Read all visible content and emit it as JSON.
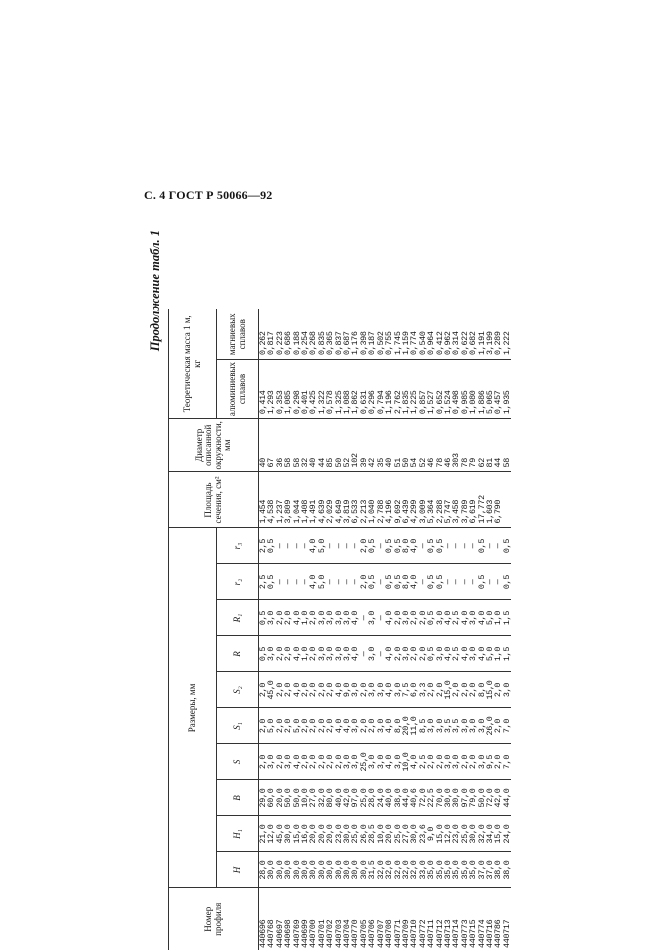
{
  "page_header": "С. 4 ГОСТ Р 50066—92",
  "caption": "Продолжение табл. 1",
  "headers": {
    "profile_number": "Номер профиля",
    "sizes": "Размеры, мм",
    "area": "Площадь сечения, см²",
    "diameter": "Диаметр описанной окружности, мм",
    "theoretical_mass": "Теоретическая масса 1 м, кг",
    "aluminium": "алюминиевых сплавов",
    "magnesium": "магниевых сплавов",
    "dims": [
      "H",
      "H₁",
      "B",
      "S",
      "S₁",
      "S₂",
      "R",
      "R₁",
      "r₂",
      "r₃"
    ]
  },
  "rows": [
    [
      "440696",
      "28,0",
      "21,0",
      "29,0",
      "2,0",
      "2,0",
      "2,0",
      "0,5",
      "0,5",
      "2,5",
      "2,5",
      "1,454",
      "40",
      "0,414",
      "0,262"
    ],
    [
      "440768",
      "30,0",
      "12,0",
      "60,0",
      "3,0",
      "5,0",
      "45,0",
      "3,0",
      "3,0",
      "0,5",
      "0,5",
      "4,538",
      "67",
      "1,293",
      "0,817"
    ],
    [
      "440697",
      "30,0",
      "45,0",
      "20,0",
      "2,0",
      "2,0",
      "2,0",
      "2,0",
      "2,0",
      "—",
      "—",
      "1,237",
      "36",
      "0,353",
      "0,223"
    ],
    [
      "440698",
      "30,0",
      "30,0",
      "50,0",
      "3,0",
      "2,0",
      "2,0",
      "2,0",
      "2,0",
      "—",
      "—",
      "3,809",
      "58",
      "1,085",
      "0,686"
    ],
    [
      "440769",
      "30,0",
      "15,0",
      "50,0",
      "4,0",
      "5,0",
      "4,0",
      "4,0",
      "4,0",
      "—",
      "—",
      "1,044",
      "58",
      "0,298",
      "0,188"
    ],
    [
      "440699",
      "30,0",
      "16,0",
      "10,0",
      "2,0",
      "2,0",
      "2,0",
      "1,0",
      "1,0",
      "—",
      "—",
      "1,408",
      "32",
      "0,401",
      "0,254"
    ],
    [
      "440700",
      "30,0",
      "20,0",
      "27,0",
      "2,0",
      "2,0",
      "2,0",
      "2,0",
      "2,0",
      "4,0",
      "4,0",
      "1,491",
      "40",
      "0,425",
      "0,268"
    ],
    [
      "440701",
      "30,0",
      "20,0",
      "32,0",
      "2,0",
      "2,0",
      "2,0",
      "3,0",
      "3,0",
      "5,0",
      "5,0",
      "4,639",
      "44",
      "1,322",
      "0,835"
    ],
    [
      "440702",
      "30,0",
      "20,0",
      "80,0",
      "2,0",
      "2,0",
      "2,0",
      "3,0",
      "3,0",
      "—",
      "—",
      "2,029",
      "85",
      "0,578",
      "0,365"
    ],
    [
      "440703",
      "30,0",
      "23,0",
      "40,0",
      "2,0",
      "4,0",
      "4,0",
      "3,0",
      "3,0",
      "—",
      "—",
      "4,649",
      "50",
      "1,325",
      "0,837"
    ],
    [
      "440704",
      "30,0",
      "30,0",
      "42,0",
      "3,0",
      "4,0",
      "9,0",
      "3,0",
      "3,0",
      "—",
      "—",
      "3,819",
      "52",
      "1,088",
      "0,687"
    ],
    [
      "440770",
      "30,0",
      "25,0",
      "97,0",
      "3,0",
      "3,0",
      "3,0",
      "4,0",
      "4,0",
      "—",
      "—",
      "6,533",
      "102",
      "1,862",
      "1,176"
    ],
    [
      "440705",
      "30,0",
      "26,0",
      "25,0",
      "25,0",
      "2,0",
      "2,0",
      "—",
      "—",
      "2,0",
      "2,0",
      "2,213",
      "39",
      "0,631",
      "0,398"
    ],
    [
      "440706",
      "31,5",
      "28,5",
      "28,0",
      "3,0",
      "2,0",
      "3,0",
      "3,0",
      "3,0",
      "0,5",
      "0,5",
      "1,040",
      "42",
      "0,296",
      "0,187"
    ],
    [
      "440707",
      "32,0",
      "10,0",
      "24,0",
      "3,0",
      "3,0",
      "3,0",
      "—",
      "—",
      "—",
      "—",
      "2,788",
      "35",
      "0,794",
      "0,502"
    ],
    [
      "440708",
      "32,0",
      "20,0",
      "40,0",
      "4,0",
      "4,0",
      "4,0",
      "4,0",
      "4,0",
      "0,5",
      "0,5",
      "4,196",
      "40",
      "1,196",
      "0,755"
    ],
    [
      "440771",
      "32,0",
      "25,0",
      "38,0",
      "3,0",
      "8,0",
      "3,0",
      "2,0",
      "2,0",
      "0,5",
      "0,5",
      "9,692",
      "51",
      "2,762",
      "1,745"
    ],
    [
      "440709",
      "32,0",
      "27,0",
      "44,0",
      "10,0",
      "20,0",
      "7,5",
      "3,0",
      "3,0",
      "8,0",
      "8,0",
      "6,439",
      "50",
      "1,835",
      "1,159"
    ],
    [
      "440710",
      "32,0",
      "30,0",
      "40,6",
      "4,0",
      "11,0",
      "6,0",
      "2,0",
      "2,0",
      "4,0",
      "4,0",
      "4,299",
      "54",
      "1,225",
      "0,774"
    ],
    [
      "440772",
      "33,0",
      "23,6",
      "72,0",
      "2,5",
      "8,5",
      "3,3",
      "2,0",
      "2,0",
      "—",
      "—",
      "3,009",
      "52",
      "0,857",
      "0,540"
    ],
    [
      "440711",
      "35,0",
      "9,0",
      "22,5",
      "2,0",
      "3,0",
      "2,0",
      "0,5",
      "0,5",
      "0,5",
      "0,5",
      "5,364",
      "46",
      "1,527",
      "0,964"
    ],
    [
      "440712",
      "35,0",
      "15,0",
      "70,0",
      "2,0",
      "3,0",
      "2,0",
      "3,0",
      "3,0",
      "0,5",
      "0,5",
      "2,288",
      "78",
      "0,652",
      "0,412"
    ],
    [
      "440713",
      "35,0",
      "12,0",
      "30,0",
      "3,0",
      "3,5",
      "15,0",
      "4,0",
      "4,0",
      "—",
      "—",
      "5,747",
      "46",
      "1,524",
      "0,962"
    ],
    [
      "440714",
      "35,0",
      "23,0",
      "30,0",
      "3,0",
      "3,5",
      "2,0",
      "2,5",
      "2,5",
      "—",
      "—",
      "3,458",
      "303",
      "0,498",
      "0,314"
    ],
    [
      "440773",
      "35,0",
      "25,0",
      "97,0",
      "2,0",
      "3,0",
      "2,0",
      "4,0",
      "4,0",
      "—",
      "—",
      "3,789",
      "78",
      "0,985",
      "0,622"
    ],
    [
      "440715",
      "35,0",
      "30,0",
      "79,0",
      "2,0",
      "3,0",
      "2,0",
      "3,0",
      "3,0",
      "—",
      "—",
      "6,619",
      "79",
      "1,080",
      "0,682"
    ],
    [
      "440774",
      "37,0",
      "32,0",
      "50,0",
      "3,0",
      "3,0",
      "8,0",
      "4,0",
      "4,0",
      "0,5",
      "0,5",
      "17,772",
      "62",
      "1,886",
      "1,191"
    ],
    [
      "440716",
      "37,0",
      "34,0",
      "72,0",
      "9,5",
      "26,0",
      "15,0",
      "5,0",
      "5,0",
      "—",
      "—",
      "1,603",
      "81",
      "5,065",
      "3,199"
    ],
    [
      "440786",
      "38,0",
      "15,0",
      "42,0",
      "2,0",
      "2,0",
      "2,0",
      "1,0",
      "1,0",
      "—",
      "—",
      "6,790",
      "44",
      "0,457",
      "0,289"
    ],
    [
      "440717",
      "38,0",
      "24,0",
      "44,0",
      "7,0",
      "7,0",
      "3,0",
      "1,5",
      "1,5",
      "0,5",
      "0,5",
      "",
      "58",
      "1,935",
      "1,222"
    ]
  ]
}
